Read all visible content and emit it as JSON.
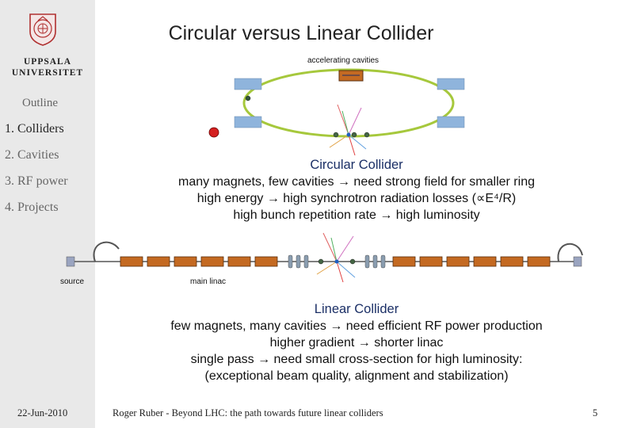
{
  "sidebar": {
    "university_line1": "UPPSALA",
    "university_line2": "UNIVERSITET",
    "outline_title": "Outline",
    "items": [
      {
        "label": "1. Colliders"
      },
      {
        "label": "2. Cavities"
      },
      {
        "label": "3. RF power"
      },
      {
        "label": "4. Projects"
      }
    ],
    "footer_date": "22-Jun-2010"
  },
  "slide": {
    "title": "Circular versus Linear Collider",
    "ring_label": "accelerating cavities",
    "circular": {
      "heading": "Circular Collider",
      "lines": [
        "many magnets, few cavities → need strong field for smaller ring",
        "high energy → high synchrotron radiation losses (∝E⁴/R)",
        "high bunch repetition rate → high luminosity"
      ]
    },
    "linac_labels": {
      "source": "source",
      "main": "main linac"
    },
    "linear": {
      "heading": "Linear Collider",
      "lines": [
        "few magnets, many cavities → need efficient RF power production",
        "higher gradient → shorter linac",
        "single pass → need small cross-section for high luminosity:",
        "(exceptional beam quality, alignment and stabilization)"
      ]
    }
  },
  "footer": {
    "text": "Roger Ruber - Beyond LHC: the path towards future linear colliders",
    "page": "5"
  },
  "colors": {
    "sidebar": "#e9e9e9",
    "ring": "#a6c83c",
    "cavity": "#c46a22",
    "magnet": "#8fb4dc",
    "heading": "#1b2f66"
  }
}
